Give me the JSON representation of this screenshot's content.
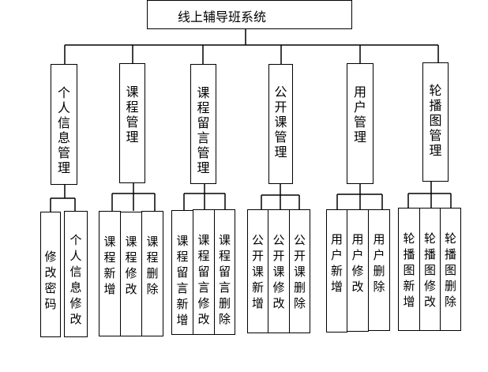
{
  "root": {
    "label": "线上辅导班系统"
  },
  "modules": [
    {
      "label": "个人信息管理",
      "children": [
        "修改密码",
        "个人信息修改"
      ]
    },
    {
      "label": "课程管理",
      "children": [
        "课程新增",
        "课程修改",
        "课程删除"
      ]
    },
    {
      "label": "课程留言管理",
      "children": [
        "课程留言新增",
        "课程留言修改",
        "课程留言删除"
      ]
    },
    {
      "label": "公开课管理",
      "children": [
        "公开课新增",
        "公开课修改",
        "公开课删除"
      ]
    },
    {
      "label": "用户管理",
      "children": [
        "用户新增",
        "用户修改",
        "用户删除"
      ]
    },
    {
      "label": "轮播图管理",
      "children": [
        "轮播图新增",
        "轮播图修改",
        "轮播图删除"
      ]
    }
  ]
}
